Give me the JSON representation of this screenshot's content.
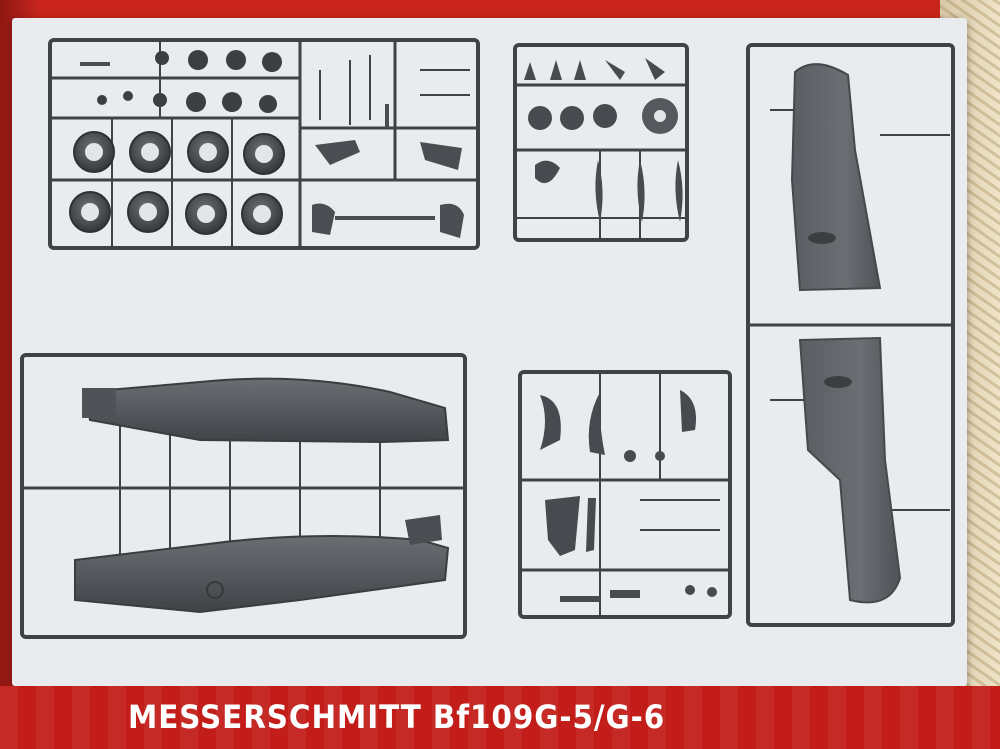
{
  "banner": {
    "title": "MESSERSCHMITT Bf109G-5/G-6"
  },
  "colors": {
    "background_red": "#c21d18",
    "display_board": "#e9ebee",
    "plastic_grey": "#4d5155",
    "sprue_frame": "#3f4246"
  },
  "sprues": [
    "sprue-wheels-struts",
    "sprue-propeller-spinner",
    "sprue-wings",
    "sprue-fuselage",
    "sprue-small-parts"
  ]
}
